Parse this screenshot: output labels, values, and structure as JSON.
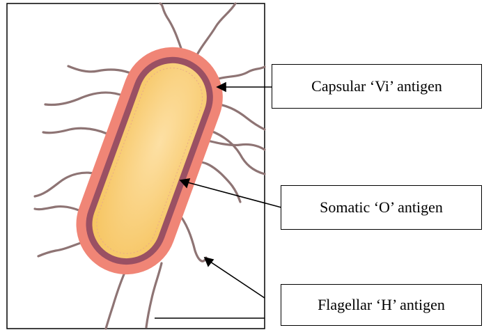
{
  "labels": {
    "capsular": "Capsular ‘Vi’ antigen",
    "somatic": "Somatic ‘O’ antigen",
    "flagellar": "Flagellar  ‘H’ antigen"
  },
  "colors": {
    "capsule": "#f08576",
    "membrane": "#9a5063",
    "cytoplasm": "#f9c96a",
    "flagella": "#8e7474",
    "frame": "#000000",
    "arrow": "#000000"
  }
}
